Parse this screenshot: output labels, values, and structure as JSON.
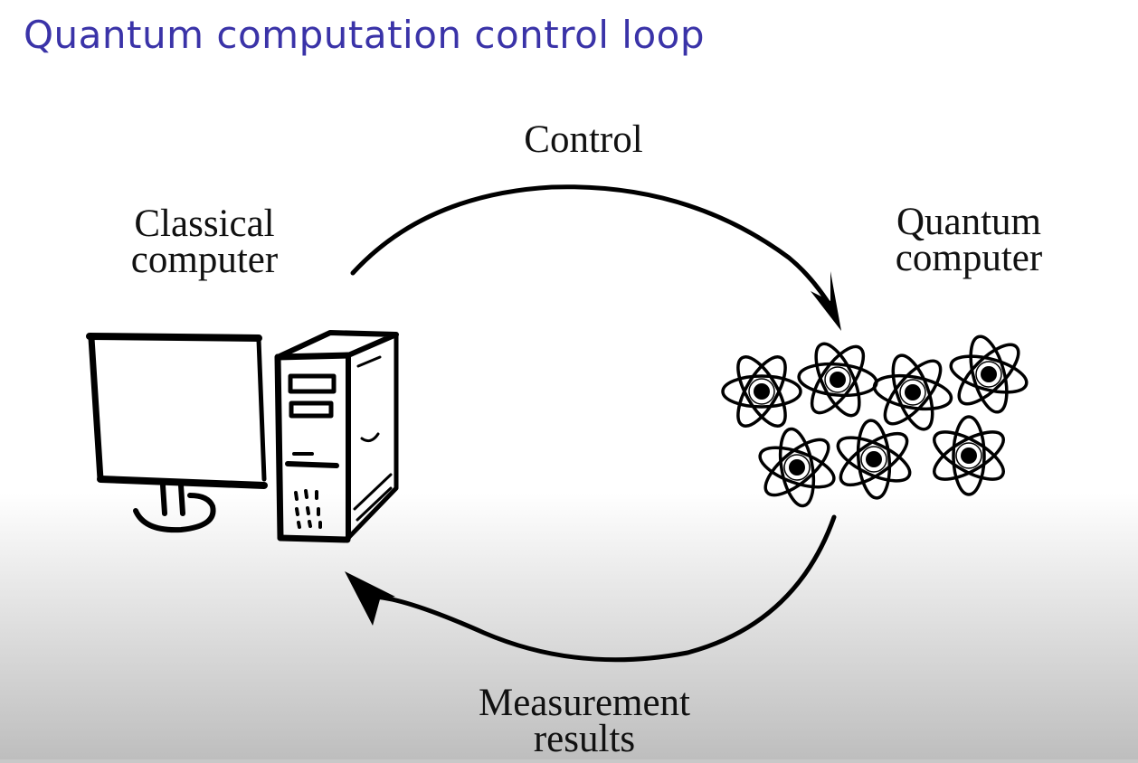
{
  "slide": {
    "title": "Quantum computation control loop",
    "title_color": "#3a33a8"
  },
  "diagram": {
    "nodes": {
      "classical": {
        "label_line1": "Classical",
        "label_line2": "computer",
        "icon": "desktop-computer-icon"
      },
      "quantum": {
        "label_line1": "Quantum",
        "label_line2": "computer",
        "icon": "atom-icon",
        "atom_count": 7
      }
    },
    "edges": {
      "control": {
        "label": "Control",
        "from": "classical",
        "to": "quantum"
      },
      "measurement": {
        "label_line1": "Measurement",
        "label_line2": "results",
        "from": "quantum",
        "to": "classical"
      }
    }
  }
}
